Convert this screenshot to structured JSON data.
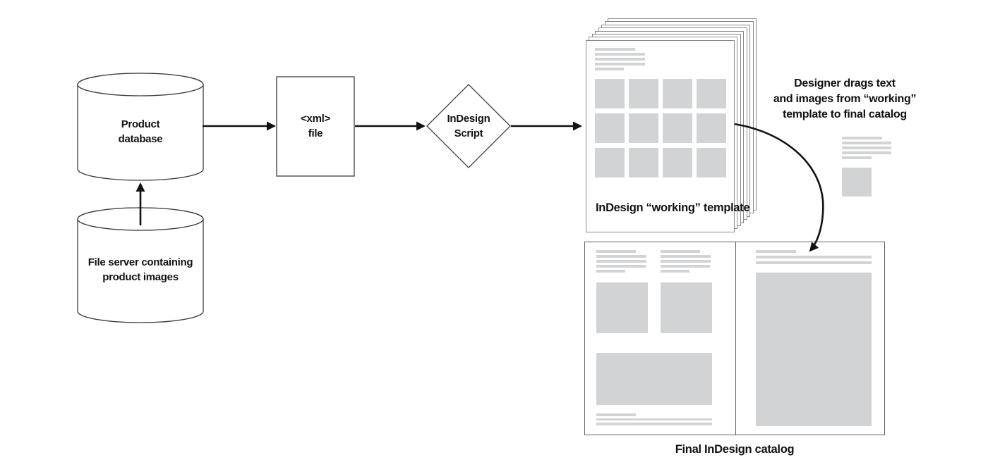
{
  "colors": {
    "placeholder_gray": "#d1d3d4",
    "ink_black": "#121212",
    "shape_stroke": "#3d3d3d",
    "page_border": "#8a8a8a",
    "catalog_border": "#5f5f5f"
  },
  "nodes": {
    "product_database": {
      "label": "Product\ndatabase"
    },
    "file_server": {
      "label": "File server containing\nproduct images"
    },
    "xml_file": {
      "label": "<xml>\nfile"
    },
    "indesign_script": {
      "label": "InDesign\nScript"
    }
  },
  "captions": {
    "working_template": "InDesign “working” template",
    "final_catalog": "Final InDesign catalog"
  },
  "annotation": {
    "text": "Designer drags text\nand images from “working”\ntemplate to final catalog"
  }
}
